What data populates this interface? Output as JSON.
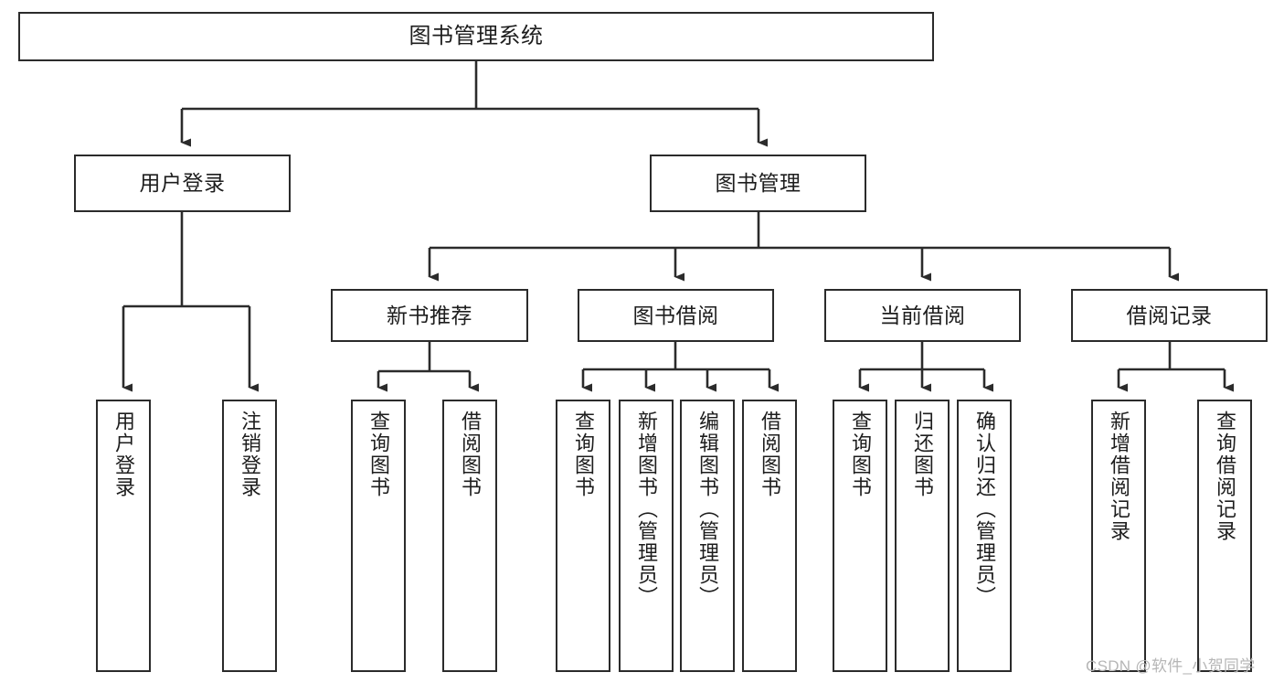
{
  "diagram": {
    "title": "图书管理系统",
    "type": "hierarchy-tree",
    "watermark": "CSDN @软件_小贺同学",
    "colors": {
      "box_border": "#2b2b2b",
      "box_fill": "#ffffff",
      "edge": "#2b2b2b",
      "text": "#1d1d1d",
      "watermark": "#b6b6b6",
      "background": "#ffffff"
    },
    "levels": {
      "root": "图书管理系统",
      "level1": [
        "用户登录",
        "图书管理"
      ],
      "level2": [
        "新书推荐",
        "图书借阅",
        "当前借阅",
        "借阅记录"
      ]
    },
    "nodes": {
      "root": {
        "label": "图书管理系统"
      },
      "user_login": {
        "label": "用户登录"
      },
      "book_manage": {
        "label": "图书管理"
      },
      "new_book_rec": {
        "label": "新书推荐"
      },
      "book_borrow": {
        "label": "图书借阅"
      },
      "current_borrow": {
        "label": "当前借阅"
      },
      "borrow_record": {
        "label": "借阅记录"
      }
    },
    "leaves": {
      "user_login": [
        {
          "label": "用户登录"
        },
        {
          "label": "注销登录"
        }
      ],
      "new_book_rec": [
        {
          "label": "查询图书"
        },
        {
          "label": "借阅图书"
        }
      ],
      "book_borrow": [
        {
          "label": "查询图书"
        },
        {
          "label": "新增图书（管理员）"
        },
        {
          "label": "编辑图书（管理员）"
        },
        {
          "label": "借阅图书"
        }
      ],
      "current_borrow": [
        {
          "label": "查询图书"
        },
        {
          "label": "归还图书"
        },
        {
          "label": "确认归还（管理员）"
        }
      ],
      "borrow_record": [
        {
          "label": "新增借阅记录"
        },
        {
          "label": "查询借阅记录"
        }
      ]
    }
  }
}
